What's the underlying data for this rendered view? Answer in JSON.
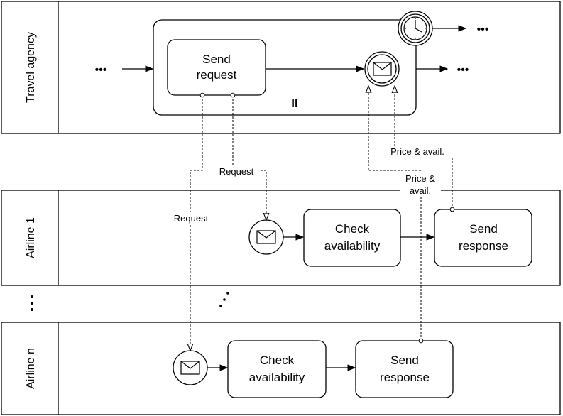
{
  "pools": {
    "travel_agency": {
      "name": "Travel agency"
    },
    "airline_1": {
      "name": "Airline 1"
    },
    "airline_n": {
      "name": "Airline n"
    }
  },
  "tasks": {
    "send_request": {
      "line1": "Send",
      "line2": "request"
    },
    "check_availability_1": {
      "line1": "Check",
      "line2": "availability"
    },
    "send_response_1": {
      "line1": "Send",
      "line2": "response"
    },
    "check_availability_n": {
      "line1": "Check",
      "line2": "availability"
    },
    "send_response_n": {
      "line1": "Send",
      "line2": "response"
    }
  },
  "subprocess": {
    "marker": "II"
  },
  "continuation": "•••",
  "message_flows": {
    "request_1": "Request",
    "request_n": "Request",
    "price_avail_1": "Price & avail.",
    "price_avail_n_line1": "Price &",
    "price_avail_n_line2": "avail."
  },
  "colors": {
    "stroke": "#000000",
    "background": "#ffffff"
  }
}
